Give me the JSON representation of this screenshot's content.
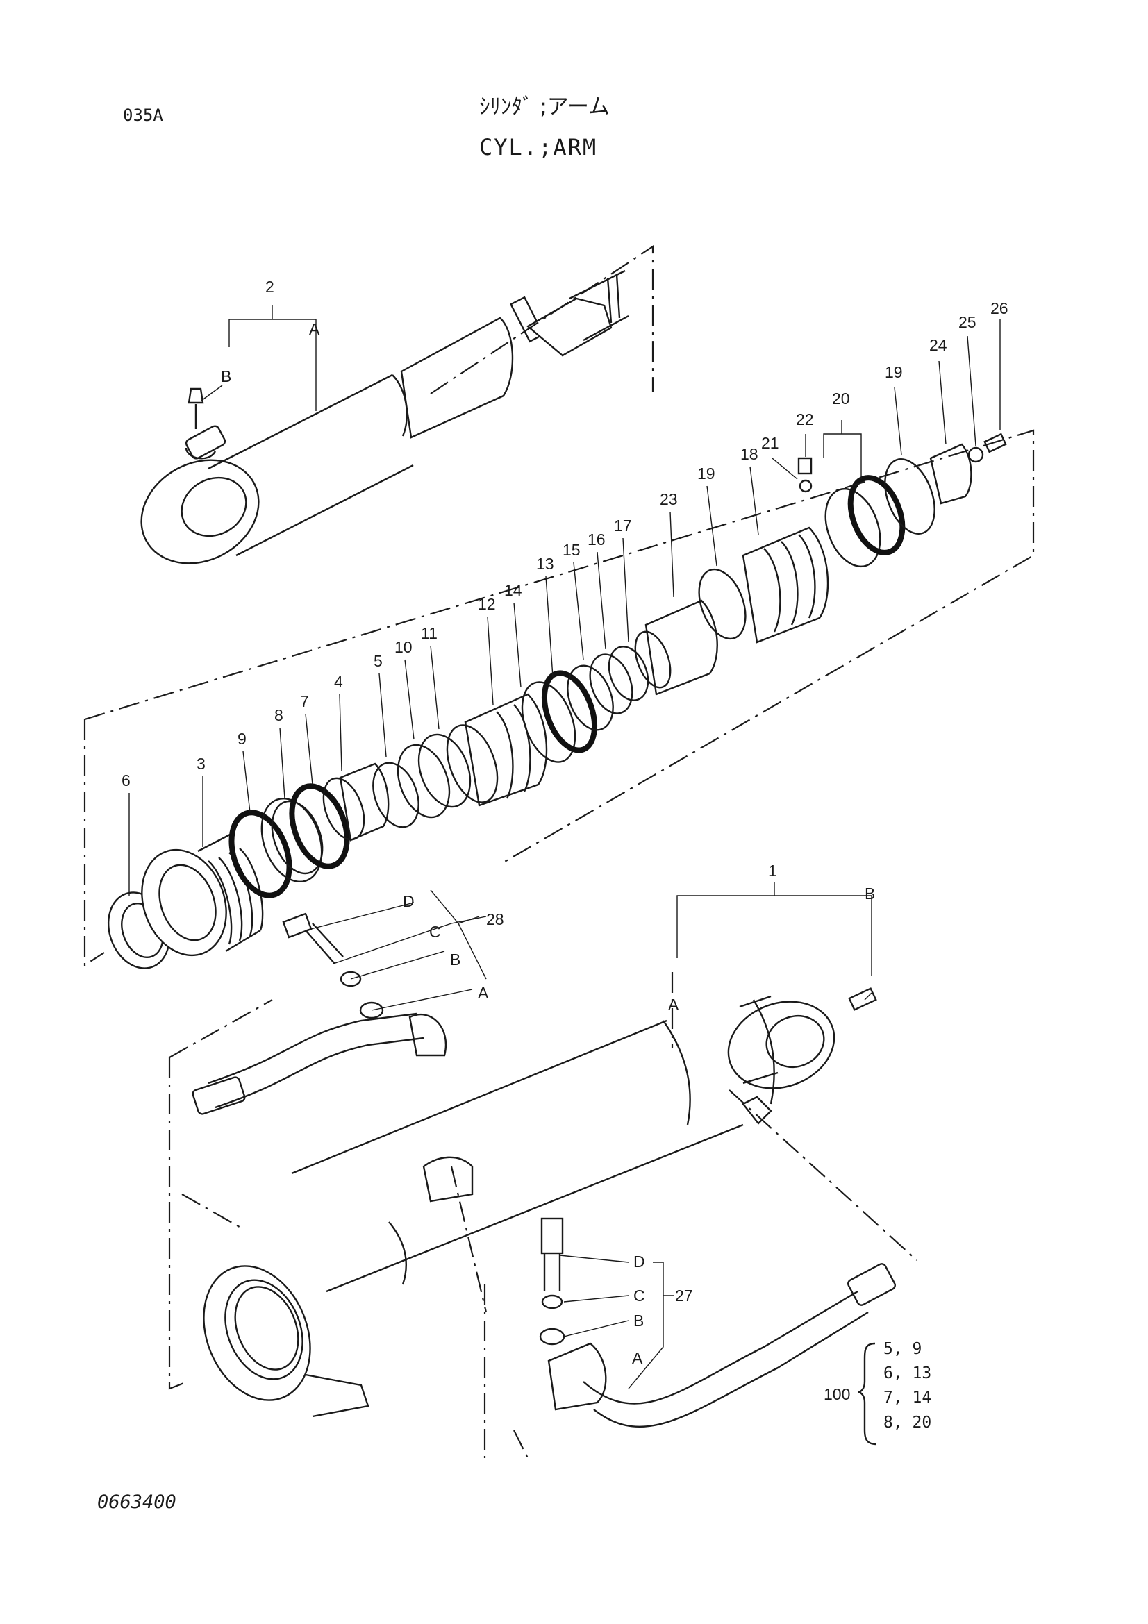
{
  "sheet": {
    "page_code": "035A",
    "title_jp": "ｼﾘﾝﾀﾞ ;アーム",
    "title_en": "CYL.;ARM",
    "drawing_number": "0663400"
  },
  "callouts": {
    "p1": "1",
    "p2": "2",
    "p3": "3",
    "p4": "4",
    "p5": "5",
    "p6": "6",
    "p7": "7",
    "p8": "8",
    "p9": "9",
    "p10": "10",
    "p11": "11",
    "p12": "12",
    "p13": "13",
    "p14": "14",
    "p15": "15",
    "p16": "16",
    "p17": "17",
    "p18": "18",
    "p19a": "19",
    "p19b": "19",
    "p20": "20",
    "p21": "21",
    "p22": "22",
    "p23": "23",
    "p24": "24",
    "p25": "25",
    "p26": "26",
    "p27": "27",
    "p28": "28"
  },
  "sub_letters": {
    "rod_A": "A",
    "rod_B": "B",
    "tube_A": "A",
    "tube_B": "B",
    "g28_A": "A",
    "g28_B": "B",
    "g28_C": "C",
    "g28_D": "D",
    "g27_A": "A",
    "g27_B": "B",
    "g27_C": "C",
    "g27_D": "D"
  },
  "seal_kit": {
    "number": "100",
    "rows": [
      "5,  9",
      "6, 13",
      "7, 14",
      "8, 20"
    ]
  }
}
